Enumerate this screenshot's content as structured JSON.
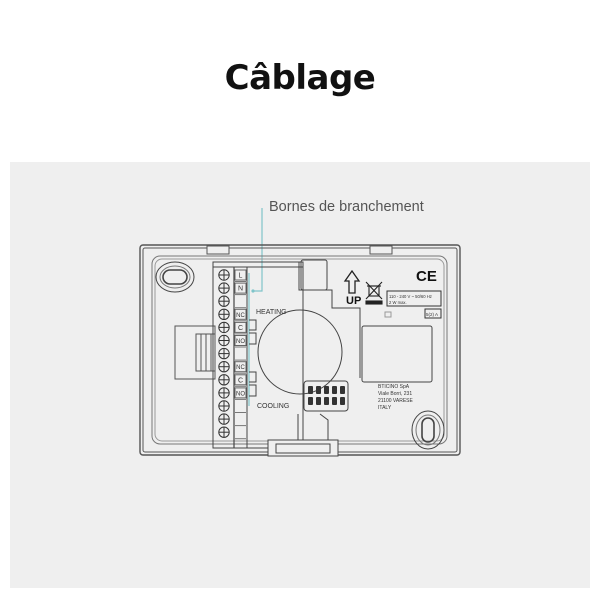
{
  "title": "Câblage",
  "callout": {
    "label": "Bornes de branchement",
    "line_color": "#7fc4c9"
  },
  "device": {
    "terminals": [
      "L",
      "N",
      "",
      "NC",
      "C",
      "NO",
      "",
      "NC",
      "C",
      "NO",
      "",
      ""
    ],
    "groups": {
      "heating": "HEATING",
      "cooling": "COOLING"
    },
    "markings": {
      "up_arrow": "UP",
      "ce_mark": "CE",
      "rating": "110 - 240 V ~ 50/60 Hz",
      "power": "2 W max.",
      "relay_rating": "5(2) A"
    },
    "manufacturer": {
      "name": "BTICINO SpA",
      "street": "Viale Borri, 231",
      "city": "21100 VARESE",
      "country": "ITALY"
    },
    "icons": [
      "weee-bin-icon",
      "up-arrow-icon",
      "ce-mark-icon",
      "screw-terminal-icon",
      "mounting-hole-icon"
    ]
  },
  "colors": {
    "background": "#ffffff",
    "panel": "#efefef",
    "line": "#3a3a3a",
    "accent": "#7fc4c9"
  }
}
